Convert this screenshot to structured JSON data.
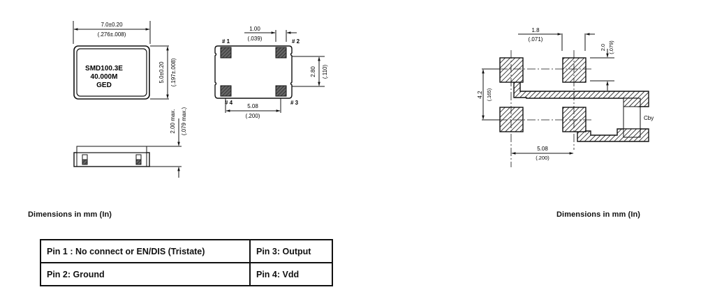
{
  "package_outline": {
    "top_view": {
      "width_dim": "7.0±0.20",
      "width_dim_in": "(.276±.008)",
      "height_dim": "5.0±0.20",
      "height_dim_in": "(.197±.008)",
      "marking_lines": [
        "SMD100.3E",
        "40.000M",
        "GED"
      ]
    },
    "side_view": {
      "height_dim": "2.00 max.",
      "height_dim_in": "(.079 max.)"
    },
    "bottom_view": {
      "pad_width_dim": "1.00",
      "pad_width_dim_in": "(.039)",
      "pad_pitch_v_dim": "2.80",
      "pad_pitch_v_dim_in": "(.110)",
      "pad_pitch_h_dim": "5.08",
      "pad_pitch_h_dim_in": "(.200)",
      "pin_labels": [
        "# 1",
        "# 2",
        "# 3",
        "# 4"
      ]
    },
    "caption": "Dimensions in mm (In)"
  },
  "land_pattern": {
    "pad_width_dim": "1.8",
    "pad_width_dim_in": "(.071)",
    "pad_height_dim": "2.0",
    "pad_height_dim_in": "(.079)",
    "pitch_v_dim": "4.2",
    "pitch_v_dim_in": "(.165)",
    "pitch_h_dim": "5.08",
    "pitch_h_dim_in": "(.200)",
    "capacitor_label": "Cby",
    "caption": "Dimensions in mm (In)"
  },
  "pin_table": {
    "rows": [
      [
        "Pin 1 : No connect or EN/DIS (Tristate)",
        "Pin 3: Output"
      ],
      [
        "Pin 2: Ground",
        "Pin 4: Vdd"
      ]
    ]
  }
}
